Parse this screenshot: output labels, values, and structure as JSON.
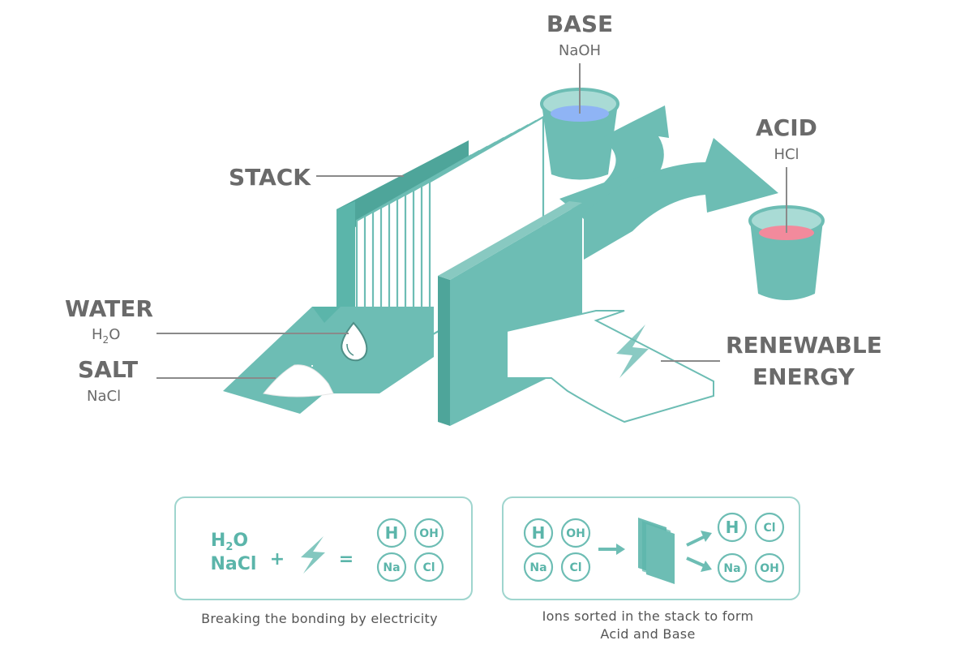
{
  "colors": {
    "teal": "#6dbdb4",
    "teal_dark": "#4ea59a",
    "teal_light": "#a9dbd5",
    "label_gray": "#6a6a6a",
    "base_liquid": "#8fb4f5",
    "acid_liquid": "#f28a9c"
  },
  "labels": {
    "base_title": "BASE",
    "base_formula": "NaOH",
    "acid_title": "ACID",
    "acid_formula": "HCl",
    "stack": "STACK",
    "water_title": "WATER",
    "water_formula": "H",
    "water_sub": "2",
    "water_formula_end": "O",
    "salt_title": "SALT",
    "salt_formula": "NaCl",
    "energy_line1": "RENEWABLE",
    "energy_line2": "ENERGY"
  },
  "icons": {
    "droplet": "water-drop-icon",
    "salt": "salt-pile-icon",
    "bolt": "lightning-bolt-icon",
    "sheets": "membrane-sheets-icon"
  },
  "panel_left": {
    "formula_h": "H",
    "formula_sub": "2",
    "formula_o": "O",
    "formula_salt": "NaCl",
    "plus": "+",
    "equals": "=",
    "ions": [
      "H",
      "OH",
      "Na",
      "Cl"
    ],
    "caption": "Breaking the bonding by electricity"
  },
  "panel_right": {
    "ions_in": [
      "H",
      "OH",
      "Na",
      "Cl"
    ],
    "ions_acid": [
      "H",
      "Cl"
    ],
    "ions_base": [
      "Na",
      "OH"
    ],
    "caption_line1": "Ions sorted in the stack to form",
    "caption_line2": "Acid and Base"
  }
}
